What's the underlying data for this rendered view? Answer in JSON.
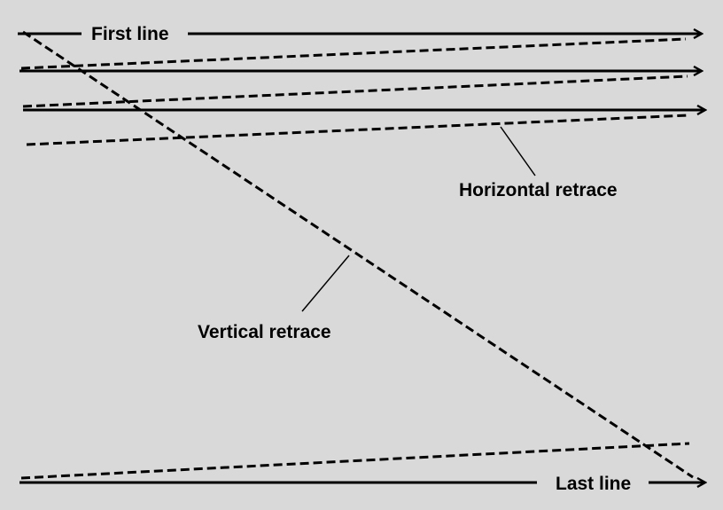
{
  "diagram": {
    "labels": {
      "first_line": "First line",
      "last_line": "Last line",
      "horizontal_retrace": "Horizontal retrace",
      "vertical_retrace": "Vertical retrace"
    },
    "colors": {
      "background": "#d9d9d9",
      "stroke": "#000000"
    },
    "line_styles": {
      "scan_line": "solid-with-arrowhead",
      "retrace": "dashed"
    }
  }
}
